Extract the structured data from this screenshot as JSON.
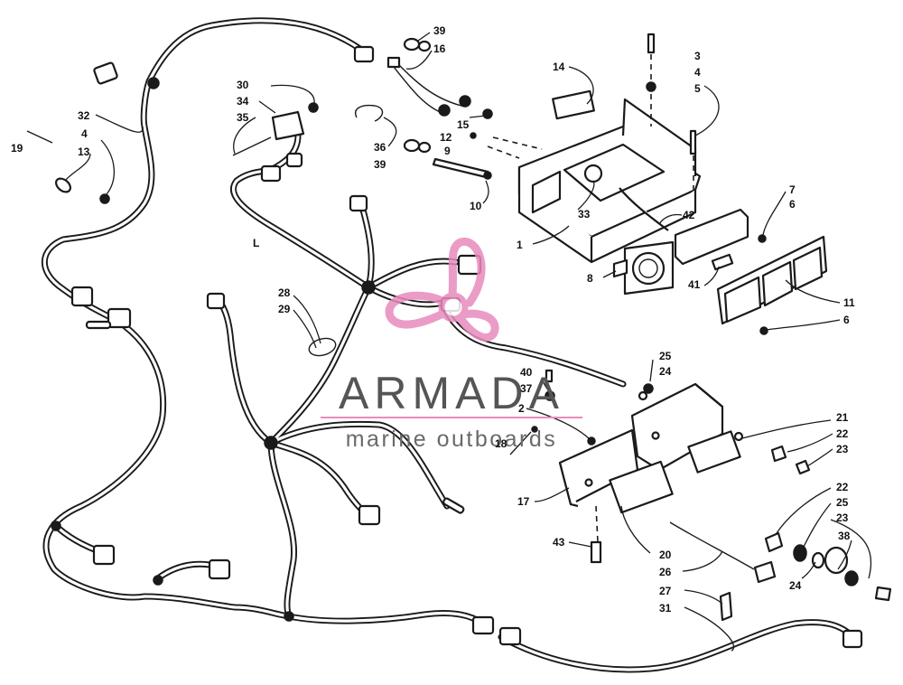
{
  "watermark": {
    "brand": "ARMADA",
    "tagline": "marine outboards",
    "brand_color": "#555555",
    "logo_color": "#e88bbd"
  },
  "callouts": [
    {
      "id": "39a",
      "label": "39"
    },
    {
      "id": "16",
      "label": "16"
    },
    {
      "id": "3",
      "label": "3"
    },
    {
      "id": "4a",
      "label": "4"
    },
    {
      "id": "5",
      "label": "5"
    },
    {
      "id": "14",
      "label": "14"
    },
    {
      "id": "30",
      "label": "30"
    },
    {
      "id": "34",
      "label": "34"
    },
    {
      "id": "35",
      "label": "35"
    },
    {
      "id": "15",
      "label": "15"
    },
    {
      "id": "12",
      "label": "12"
    },
    {
      "id": "9",
      "label": "9"
    },
    {
      "id": "36",
      "label": "36"
    },
    {
      "id": "39b",
      "label": "39"
    },
    {
      "id": "32",
      "label": "32"
    },
    {
      "id": "4b",
      "label": "4"
    },
    {
      "id": "19",
      "label": "19"
    },
    {
      "id": "13",
      "label": "13"
    },
    {
      "id": "10",
      "label": "10"
    },
    {
      "id": "33",
      "label": "33"
    },
    {
      "id": "42",
      "label": "42"
    },
    {
      "id": "7",
      "label": "7"
    },
    {
      "id": "6a",
      "label": "6"
    },
    {
      "id": "1",
      "label": "1"
    },
    {
      "id": "8",
      "label": "8"
    },
    {
      "id": "41",
      "label": "41"
    },
    {
      "id": "11",
      "label": "11"
    },
    {
      "id": "6b",
      "label": "6"
    },
    {
      "id": "28",
      "label": "28"
    },
    {
      "id": "29",
      "label": "29"
    },
    {
      "id": "25a",
      "label": "25"
    },
    {
      "id": "24a",
      "label": "24"
    },
    {
      "id": "40",
      "label": "40"
    },
    {
      "id": "37",
      "label": "37"
    },
    {
      "id": "2",
      "label": "2"
    },
    {
      "id": "21",
      "label": "21"
    },
    {
      "id": "22a",
      "label": "22"
    },
    {
      "id": "23a",
      "label": "23"
    },
    {
      "id": "18",
      "label": "18"
    },
    {
      "id": "17",
      "label": "17"
    },
    {
      "id": "22b",
      "label": "22"
    },
    {
      "id": "25b",
      "label": "25"
    },
    {
      "id": "23b",
      "label": "23"
    },
    {
      "id": "38",
      "label": "38"
    },
    {
      "id": "43",
      "label": "43"
    },
    {
      "id": "20",
      "label": "20"
    },
    {
      "id": "26",
      "label": "26"
    },
    {
      "id": "24b",
      "label": "24"
    },
    {
      "id": "27",
      "label": "27"
    },
    {
      "id": "31",
      "label": "31"
    },
    {
      "id": "L",
      "label": "L"
    }
  ]
}
